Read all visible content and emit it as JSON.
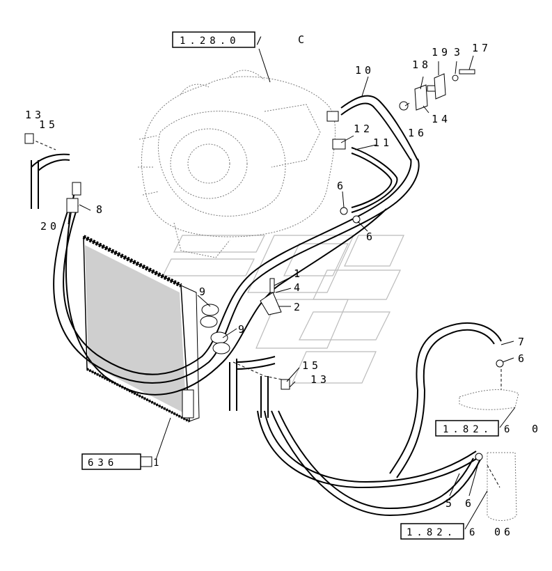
{
  "references": {
    "top": {
      "box": "1.28.0",
      "suffix": "/",
      "letter": "C"
    },
    "right_upper": {
      "box": "1.82.",
      "suffix": "6",
      "extra": "0"
    },
    "right_lower": {
      "box": "1.82.",
      "suffix": "6",
      "extra": "06"
    },
    "left": {
      "box": "636",
      "suffix": "1"
    }
  },
  "callouts": [
    {
      "id": "c1",
      "text": "1"
    },
    {
      "id": "c2",
      "text": "2"
    },
    {
      "id": "c4",
      "text": "4"
    },
    {
      "id": "c5",
      "text": "5"
    },
    {
      "id": "c6a",
      "text": "6"
    },
    {
      "id": "c6b",
      "text": "6"
    },
    {
      "id": "c6c",
      "text": "6"
    },
    {
      "id": "c6d",
      "text": "6"
    },
    {
      "id": "c7",
      "text": "7"
    },
    {
      "id": "c8",
      "text": "8"
    },
    {
      "id": "c9a",
      "text": "9"
    },
    {
      "id": "c9b",
      "text": "9"
    },
    {
      "id": "c10",
      "text": "10"
    },
    {
      "id": "c11",
      "text": "11"
    },
    {
      "id": "c12",
      "text": "12"
    },
    {
      "id": "c13a",
      "text": "13"
    },
    {
      "id": "c13b",
      "text": "13"
    },
    {
      "id": "c14",
      "text": "14"
    },
    {
      "id": "c15a",
      "text": "15"
    },
    {
      "id": "c15b",
      "text": "15"
    },
    {
      "id": "c16",
      "text": "16"
    },
    {
      "id": "c17",
      "text": "17"
    },
    {
      "id": "c18",
      "text": "18"
    },
    {
      "id": "c19",
      "text": "19"
    },
    {
      "id": "c3",
      "text": "3"
    },
    {
      "id": "c20",
      "text": "20"
    }
  ]
}
